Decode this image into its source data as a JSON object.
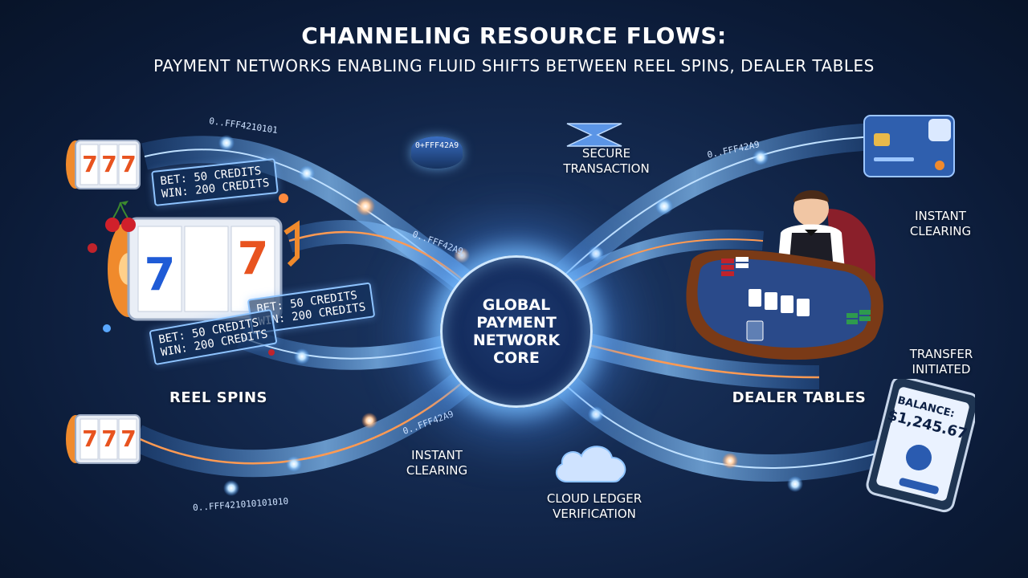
{
  "title": "CHANNELING RESOURCE FLOWS:",
  "subtitle": "PAYMENT NETWORKS ENABLING FLUID SHIFTS BETWEEN REEL SPINS, DEALER TABLES",
  "core_label": "GLOBAL PAYMENT NETWORK CORE",
  "labels": {
    "reel_spins": "REEL SPINS",
    "dealer_tables": "DEALER TABLES",
    "secure_transaction": "SECURE TRANSACTION",
    "instant_clearing_right": "INSTANT CLEARING",
    "instant_clearing_bottom": "INSTANT CLEARING",
    "transfer_initiated": "TRANSFER INITIATED",
    "cloud_ledger": "CLOUD LEDGER VERIFICATION"
  },
  "bet_boxes": [
    {
      "bet": "BET: 50 CREDITS",
      "win": "WIN: 200 CREDITS"
    },
    {
      "bet": "BET: 50 CREDITS",
      "win": "WIN: 200 CREDITS"
    },
    {
      "bet": "BET: 50 CREDITS",
      "win": "WIN: 200 CREDITS"
    }
  ],
  "hash_codes": {
    "top_node": "0+FFF42A9",
    "stream_top_left": "0..FFF4210101",
    "stream_top_right": "0..FFF42A9",
    "stream_mid": "0..FFF42A9",
    "stream_low_left": "0..FFF42A9",
    "stream_bottom": "0..FFF421010101010"
  },
  "tablet": {
    "balance_label": "BALANCE:",
    "balance_value": "$1,245.67"
  },
  "reel_symbols": [
    "7",
    "7",
    "7"
  ],
  "colors": {
    "background": "#0b1a36",
    "flow_blue": "#6fb6ff",
    "flow_orange": "#ff8a3d",
    "core_glow": "#cfe8ff"
  },
  "icons": [
    "slot-machine-icon",
    "cherry-icon",
    "credit-card-icon",
    "cloud-icon",
    "tablet-icon",
    "secure-transaction-icon",
    "dealer-table-icon"
  ]
}
